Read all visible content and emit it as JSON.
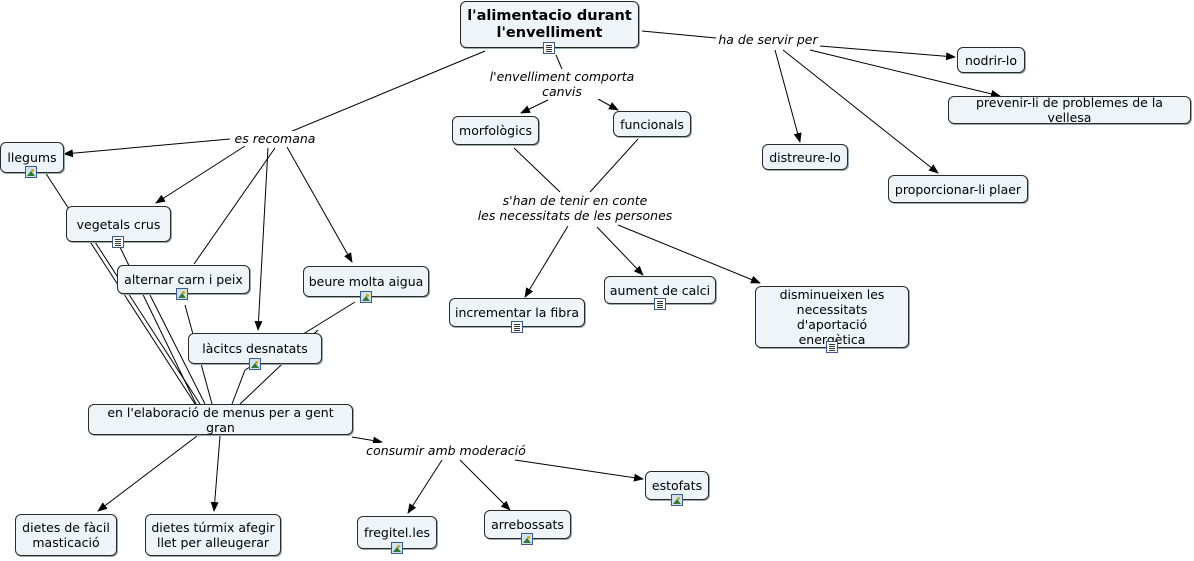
{
  "concepts": {
    "root": "l'alimentacio durant\nl'envelliment",
    "nodrir": "nodrir-lo",
    "prevenir": "prevenir-li de problemes de la vellesa",
    "distreure": "distreure-lo",
    "plaer": "proporcionar-li plaer",
    "morfologics": "morfològics",
    "funcionals": "funcionals",
    "llegums": "llegums",
    "vegetals": "vegetals crus",
    "alternar": "alternar carn i peix",
    "beure": "beure molta aigua",
    "lactics": "làcitcs desnatats",
    "menus": "en l'elaboració de menus per a gent gran",
    "fibra": "incrementar la fibra",
    "calci": "aument de calci",
    "disminueixen": "disminueixen les\nnecessitats d'aportació\nenergètica",
    "dietes_facil": "dietes de fàcil\nmasticació",
    "dietes_turmix": "dietes túrmix afegir\nllet per alleugerar",
    "estofats": "estofats",
    "fregitel": "fregitel.les",
    "arrebossats": "arrebossats"
  },
  "phrases": {
    "servir": "ha de servir per",
    "comporta": "l'envelliment comporta\ncanvis",
    "recomana": "es recomana",
    "tenir": "s'han de tenir en conte\nles necessitats de les persones",
    "moderacio": "consumir amb moderació"
  },
  "resource_icons": {
    "root": "document-icon",
    "llegums": "image-icon",
    "vegetals": "document-icon",
    "alternar": "image-icon",
    "beure": "image-icon",
    "lactics": "image-icon",
    "fibra": "document-icon",
    "calci": "document-icon",
    "disminueixen": "document-icon",
    "estofats": "image-icon",
    "fregitel": "image-icon",
    "arrebossats": "image-icon"
  },
  "colors": {
    "node_fill": "#eef4f7",
    "node_border": "#2a2a2a",
    "link": "#000000"
  }
}
